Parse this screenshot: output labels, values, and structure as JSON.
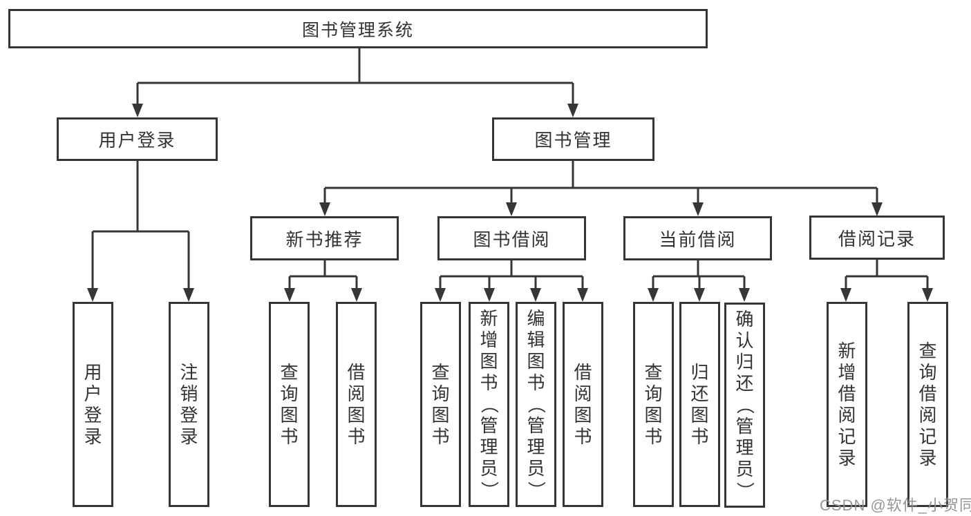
{
  "colors": {
    "line": "#363636",
    "box_border": "#363636",
    "box_background": "#ffffff",
    "text": "#333333",
    "watermark": "#8e8e8e"
  },
  "tree": {
    "root": {
      "label": "图书管理系统"
    },
    "branches": [
      {
        "label": "用户登录",
        "leaves": [
          "用户登录",
          "注销登录"
        ]
      },
      {
        "label": "图书管理",
        "sections": [
          {
            "label": "新书推荐",
            "leaves": [
              "查询图书",
              "借阅图书"
            ]
          },
          {
            "label": "图书借阅",
            "leaves": [
              "查询图书",
              "新增图书（管理员）",
              "编辑图书（管理员）",
              "借阅图书"
            ]
          },
          {
            "label": "当前借阅",
            "leaves": [
              "查询图书",
              "归还图书",
              "确认归还（管理员）"
            ]
          },
          {
            "label": "借阅记录",
            "leaves": [
              "新增借阅记录",
              "查询借阅记录"
            ]
          }
        ]
      }
    ]
  },
  "watermark": {
    "text": "CSDN @软件_小贺同学"
  }
}
